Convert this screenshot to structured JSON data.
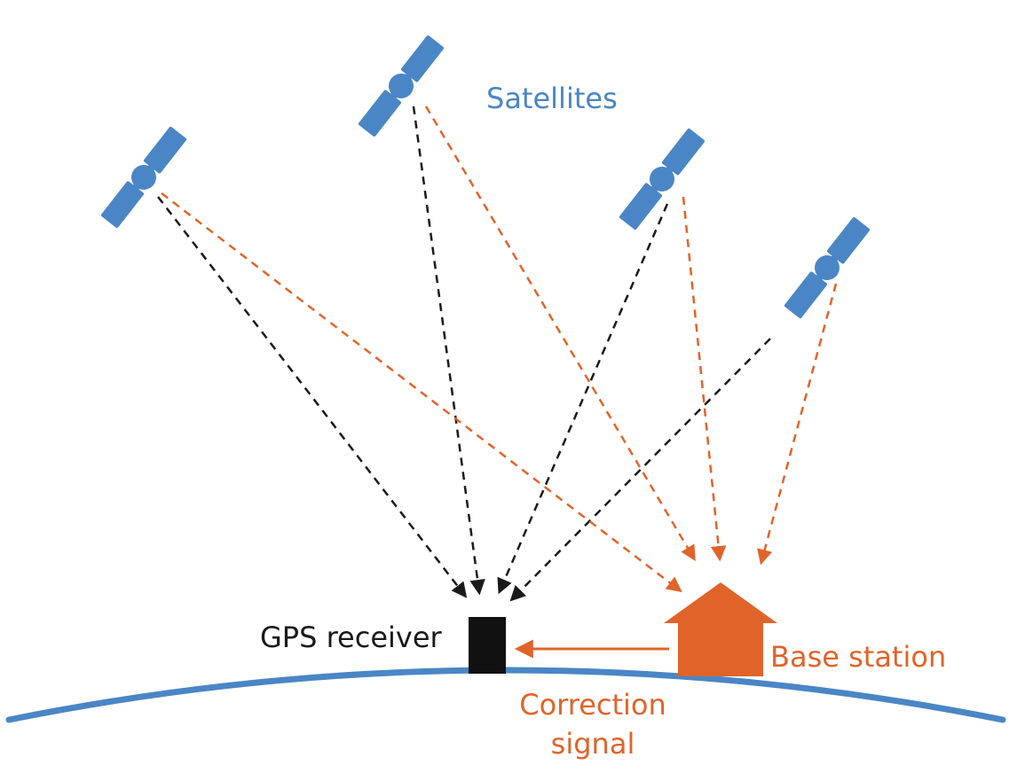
{
  "labels": {
    "satellites": "Satellites",
    "gps_receiver": "GPS receiver",
    "base_station": "Base station",
    "correction_line1": "Correction",
    "correction_line2": "signal"
  },
  "colors": {
    "satellite": "#4a86c5",
    "earth": "#4a86c5",
    "base_signal": "#e0642a",
    "receiver_signal": "#1a1a1a",
    "receiver": "#111111",
    "label_blue": "#4a86c5",
    "label_orange": "#e0642a",
    "label_black": "#1a1a1a"
  },
  "icons": {
    "satellite": "satellite-icon",
    "receiver": "gps-receiver-icon",
    "base_station": "house-icon"
  }
}
